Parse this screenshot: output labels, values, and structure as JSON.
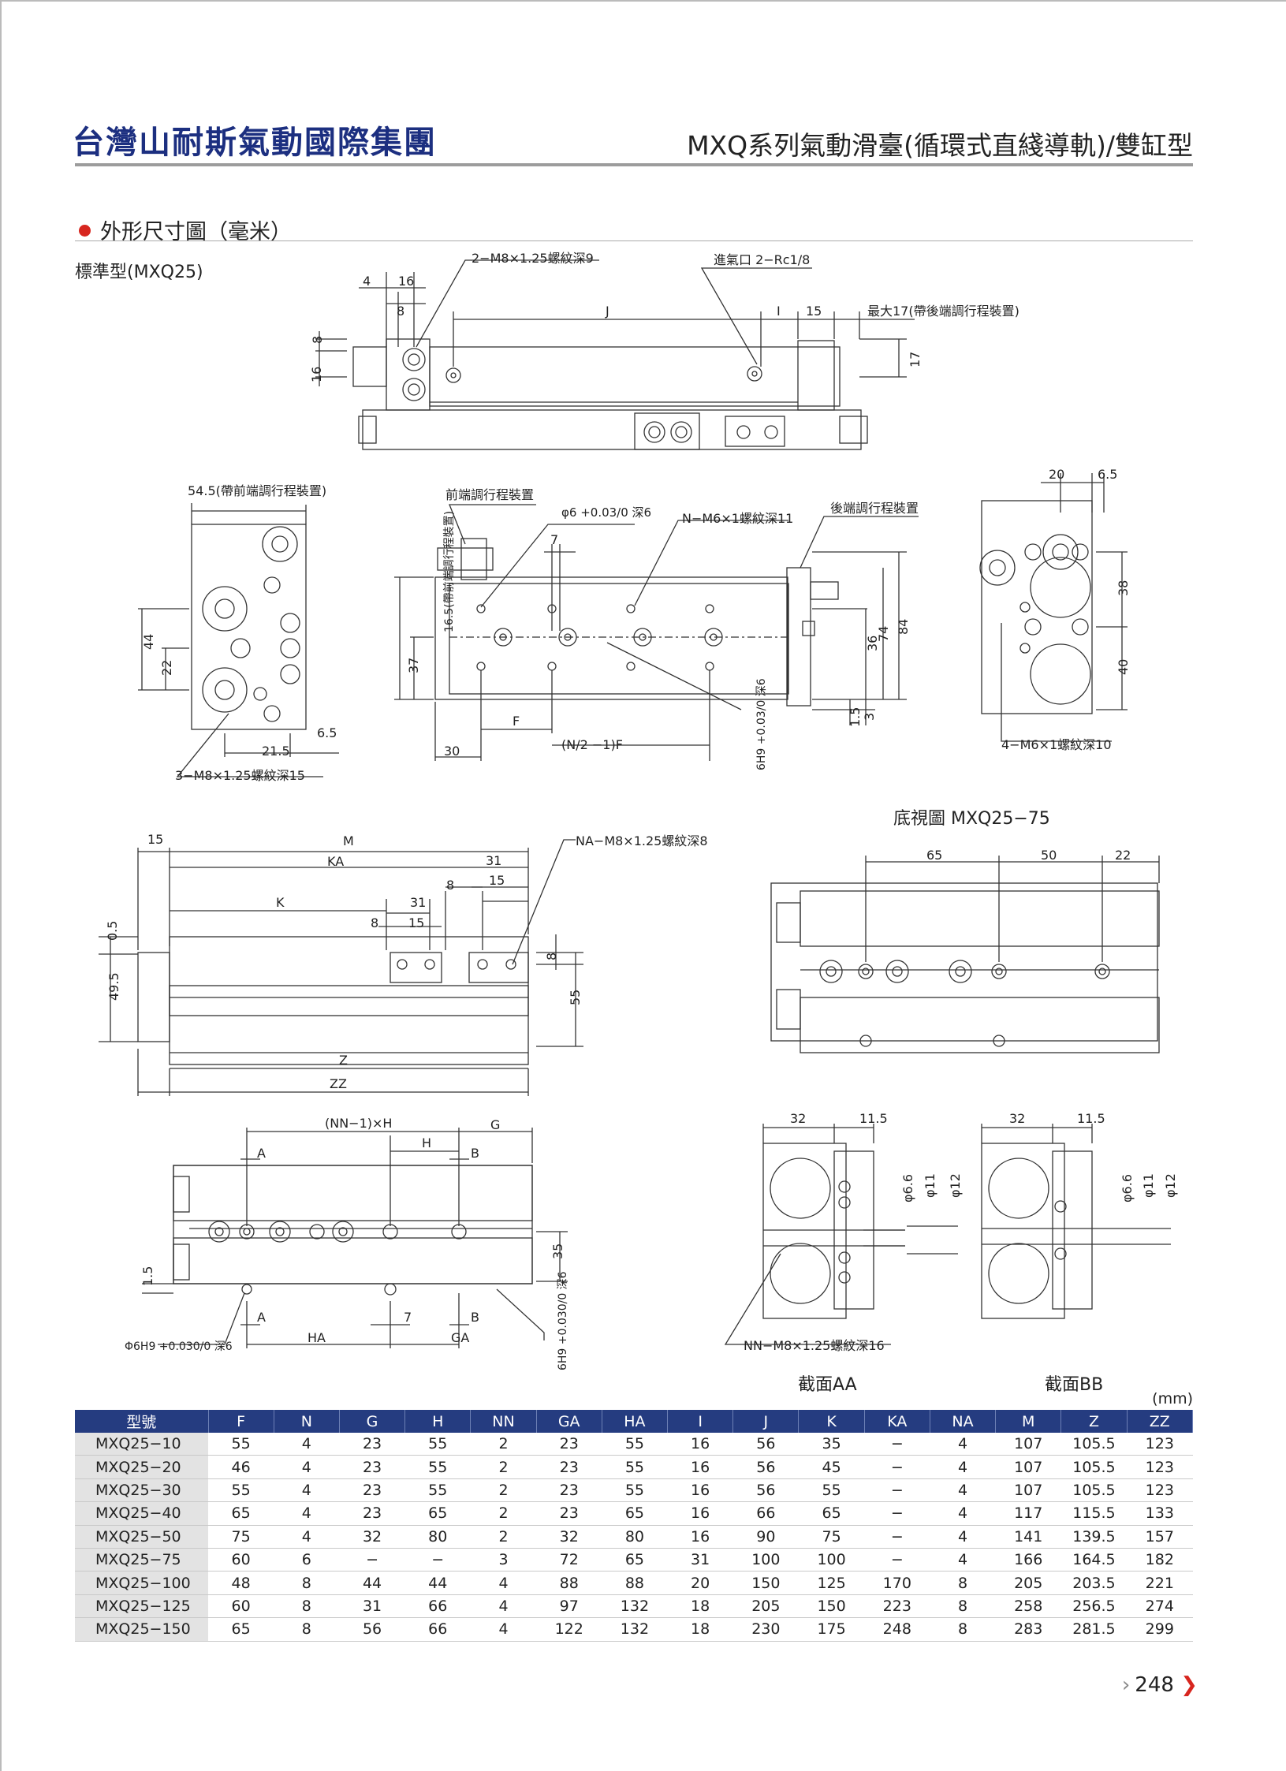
{
  "header": {
    "company": "台灣山耐斯氣動國際集團",
    "series": "MXQ系列氣動滑臺(循環式直綫導軌)/雙缸型"
  },
  "section": {
    "title": "外形尺寸圖（毫米）"
  },
  "standard_label": "標準型(MXQ25)",
  "top_view": {
    "d4": "4",
    "d16": "16",
    "d8": "8",
    "dJ": "J",
    "dI": "I",
    "d15": "15",
    "max17": "最大17(帶後端調行程裝置)",
    "screw": "2−M8×1.25螺紋深9",
    "port": "進氣口 2−Rc1/8",
    "v8": "8",
    "v16": "16",
    "v17": "17"
  },
  "left_view": {
    "w545": "54.5(帶前端調行程裝置)",
    "v44": "44",
    "v22": "22",
    "d215": "21.5",
    "d65": "6.5",
    "screw": "3−M8×1.25螺紋深15"
  },
  "front_view": {
    "front_adj": "前端調行程裝置",
    "rear_adj": "後端調行程裝置",
    "phi": "φ6 +0.03/0 深6",
    "n_screw": "N−M6×1螺紋深11",
    "d7": "7",
    "v165": "16.5(帶前端調行程裝置)",
    "v37": "37",
    "v36": "36",
    "v74": "74",
    "v84": "84",
    "v15": "1.5",
    "v3": "3",
    "dF": "F",
    "d30": "30",
    "dNF": "(N/2 −1)F",
    "h6": "6H9 +0.03/0 深6"
  },
  "right_view": {
    "d20": "20",
    "d65": "6.5",
    "v38": "38",
    "v40": "40",
    "screw": "4−M6×1螺紋深10"
  },
  "side_view": {
    "d15": "15",
    "dM": "M",
    "dKA": "KA",
    "dK": "K",
    "d31a": "31",
    "d8a": "8",
    "d15a": "15",
    "d31b": "31",
    "d8b": "8",
    "d15b": "15",
    "na_screw": "NA−M8×1.25螺紋深8",
    "v05": "0.5",
    "v495": "49.5",
    "v8": "8",
    "v55": "55",
    "dZ": "Z",
    "dZZ": "ZZ"
  },
  "bottom_view_title": "底視圖 MXQ25−75",
  "bottom_view": {
    "d65": "65",
    "d50": "50",
    "d22": "22"
  },
  "lower_view": {
    "nnh": "(NN−1)×H",
    "dG": "G",
    "dA": "A",
    "dH": "H",
    "dB": "B",
    "v15": "1.5",
    "v35": "35",
    "d7": "7",
    "dHA": "HA",
    "dGA": "GA",
    "phi": "Φ6H9 +0.030/0 深6",
    "h6": "6H9 +0.030/0 深6"
  },
  "sections": {
    "aa": {
      "d32": "32",
      "d115": "11.5",
      "p66": "φ6.6",
      "p11": "φ11",
      "p12": "φ12",
      "screw": "NN−M8×1.25螺紋深16",
      "title": "截面AA"
    },
    "bb": {
      "d32": "32",
      "d115": "11.5",
      "p66": "φ6.6",
      "p11": "φ11",
      "p12": "φ12",
      "title": "截面BB"
    }
  },
  "table": {
    "unit": "(mm)",
    "headers": [
      "型號",
      "F",
      "N",
      "G",
      "H",
      "NN",
      "GA",
      "HA",
      "I",
      "J",
      "K",
      "KA",
      "NA",
      "M",
      "Z",
      "ZZ"
    ],
    "rows": [
      [
        "MXQ25−10",
        "55",
        "4",
        "23",
        "55",
        "2",
        "23",
        "55",
        "16",
        "56",
        "35",
        "−",
        "4",
        "107",
        "105.5",
        "123"
      ],
      [
        "MXQ25−20",
        "46",
        "4",
        "23",
        "55",
        "2",
        "23",
        "55",
        "16",
        "56",
        "45",
        "−",
        "4",
        "107",
        "105.5",
        "123"
      ],
      [
        "MXQ25−30",
        "55",
        "4",
        "23",
        "55",
        "2",
        "23",
        "55",
        "16",
        "56",
        "55",
        "−",
        "4",
        "107",
        "105.5",
        "123"
      ],
      [
        "MXQ25−40",
        "65",
        "4",
        "23",
        "65",
        "2",
        "23",
        "65",
        "16",
        "66",
        "65",
        "−",
        "4",
        "117",
        "115.5",
        "133"
      ],
      [
        "MXQ25−50",
        "75",
        "4",
        "32",
        "80",
        "2",
        "32",
        "80",
        "16",
        "90",
        "75",
        "−",
        "4",
        "141",
        "139.5",
        "157"
      ],
      [
        "MXQ25−75",
        "60",
        "6",
        "−",
        "−",
        "3",
        "72",
        "65",
        "31",
        "100",
        "100",
        "−",
        "4",
        "166",
        "164.5",
        "182"
      ],
      [
        "MXQ25−100",
        "48",
        "8",
        "44",
        "44",
        "4",
        "88",
        "88",
        "20",
        "150",
        "125",
        "170",
        "8",
        "205",
        "203.5",
        "221"
      ],
      [
        "MXQ25−125",
        "60",
        "8",
        "31",
        "66",
        "4",
        "97",
        "132",
        "18",
        "205",
        "150",
        "223",
        "8",
        "258",
        "256.5",
        "274"
      ],
      [
        "MXQ25−150",
        "65",
        "8",
        "56",
        "66",
        "4",
        "122",
        "132",
        "18",
        "230",
        "175",
        "248",
        "8",
        "283",
        "281.5",
        "299"
      ]
    ]
  },
  "page": {
    "number": "248"
  }
}
